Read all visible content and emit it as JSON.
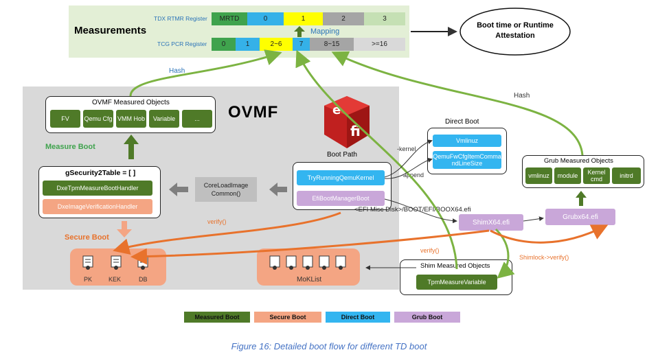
{
  "measurements": {
    "title": "Measurements",
    "tdx_label": "TDX RTMR Register",
    "tcg_label": "TCG PCR Register",
    "mapping": "Mapping",
    "tdx_cells": [
      "MRTD",
      "0",
      "1",
      "2",
      "3"
    ],
    "tcg_cells": [
      "0",
      "1",
      "2~6",
      "7",
      "8~15",
      ">=16"
    ]
  },
  "attestation": "Boot time or Runtime Attestation",
  "hash_left": "Hash",
  "hash_right": "Hash",
  "ovmf": {
    "title": "OVMF",
    "measured_objects_title": "OVMF Measured Objects",
    "measured_items": [
      "FV",
      "Qemu Cfg",
      "VMM Hob",
      "Variable",
      "..."
    ],
    "measure_boot_label": "Measure Boot",
    "gsecurity_title": "gSecurity2Table = [ ]",
    "handler_measure": "DxeTpmMeasureBootHandler",
    "handler_verify": "DxeImageVerificationHandler",
    "coreload": "CoreLoadImage Common()",
    "boot_path": "Boot Path",
    "try_running": "TryRunningQemuKernel",
    "efi_boot_manager": "EfiBootManagerBoot",
    "secure_boot_label": "Secure Boot",
    "secure_keys": [
      "PK",
      "KEK",
      "DB"
    ],
    "moklist": "MoKList",
    "verify": "verify()"
  },
  "direct_boot": {
    "title": "Direct Boot",
    "vmlinuz": "Vmlinuz",
    "cmdline": "QemuFwCfgItemCommandLineSize",
    "kernel": "-kernel",
    "append": "-append"
  },
  "efi_path": "<EFI Misc Disk>/BOOT/EFI/BOOX64.efi",
  "shim": "ShimX64.efi",
  "grub": "Grubx64.efi",
  "grub_measured": {
    "title": "Grub Measured Objects",
    "items": [
      "vmlinuz",
      "module",
      "Kernel cmd",
      "initrd"
    ]
  },
  "shim_measured": {
    "title": "Shim Measured Objects",
    "item": "TpmMeasureVariable"
  },
  "verify_shim": "verify()",
  "shimlock_verify": "Shimlock->verify()",
  "legend": [
    "Measured Boot",
    "Secure Boot",
    "Direct Boot",
    "Grub Boot"
  ],
  "caption": "Figure 16: Detailed boot flow for different TD boot",
  "colors": {
    "measured": "#4f7a28",
    "secure": "#f4a583",
    "direct": "#33b5f0",
    "grub": "#c9a7d9",
    "arrow_green": "#7cb342",
    "arrow_orange": "#e8722c"
  }
}
